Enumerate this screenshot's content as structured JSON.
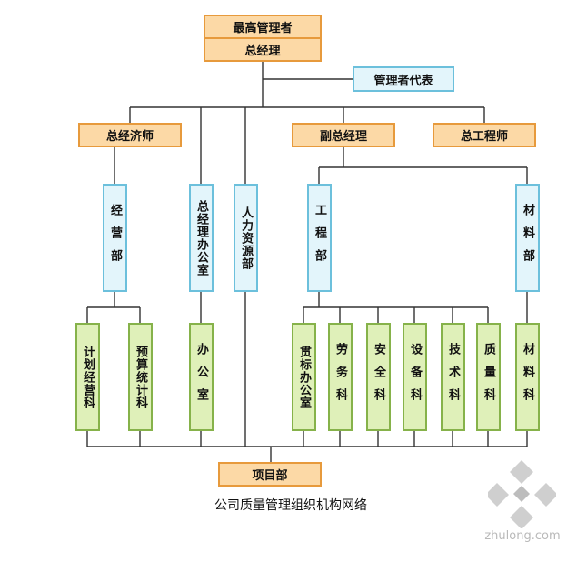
{
  "chart": {
    "top": {
      "line1": "最高管理者",
      "line2": "总经理"
    },
    "rep": "管理者代表",
    "level2": {
      "chief_economist": "总经济师",
      "deputy_gm": "副总经理",
      "chief_engineer": "总工程师"
    },
    "departments": {
      "business": "经营部",
      "gm_office": "总经理办公室",
      "hr": "人力资源部",
      "engineering": "工程部",
      "materials": "材料部"
    },
    "sections": {
      "plan_business": "计划经营科",
      "budget_stats": "预算统计科",
      "office": "办公室",
      "tender_office": "贯标办公室",
      "labor": "劳务科",
      "safety": "安全科",
      "equipment": "设备科",
      "technology": "技术科",
      "quality": "质量科",
      "materials": "材料科"
    },
    "project": "项目部"
  },
  "caption": "公司质量管理组织机构网络",
  "watermark": "zhulong.com",
  "colors": {
    "orange_fill": "#fcd9a6",
    "orange_border": "#e79a3c",
    "blue_fill": "#e3f5fb",
    "blue_border": "#6cc0dc",
    "green_fill": "#dff0b9",
    "green_border": "#86b24a",
    "line": "#333333"
  }
}
